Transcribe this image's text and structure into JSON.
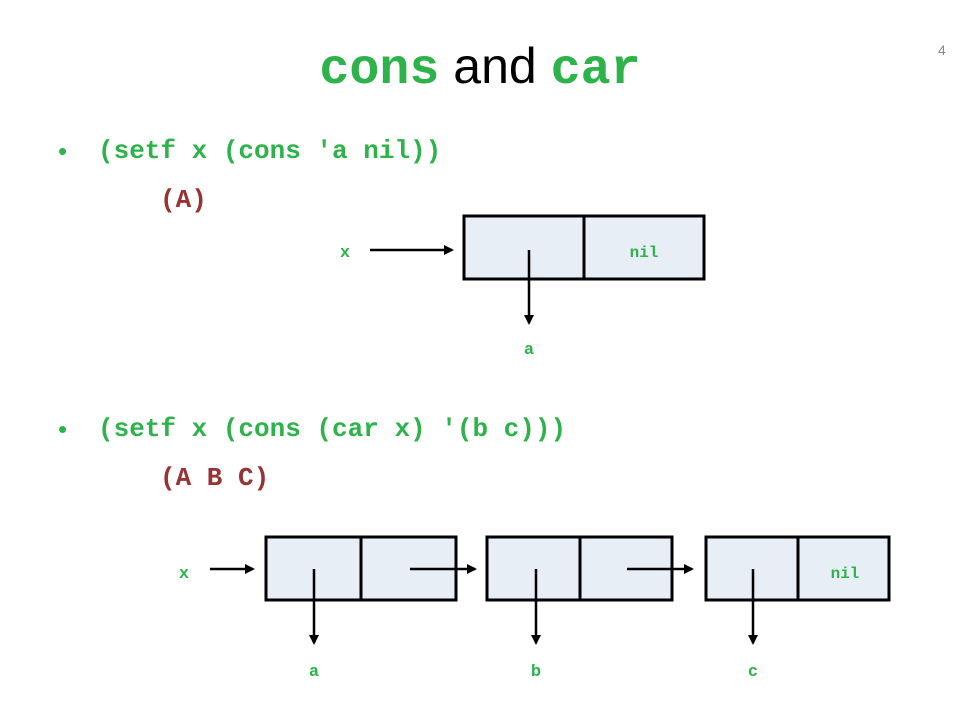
{
  "slide": {
    "number": "4",
    "title": {
      "part1": "cons",
      "part2": " and ",
      "part3": "car"
    },
    "colors": {
      "code_green": "#2db34a",
      "result_red": "#993333",
      "cell_fill": "#e8eef6"
    }
  },
  "bullets": [
    {
      "marker": "•",
      "code": "(setf x (cons 'a nil))",
      "result": "(A)"
    },
    {
      "marker": "•",
      "code": "(setf x (cons (car x) '(b c)))",
      "result": "(A B C)"
    }
  ],
  "diagram1": {
    "var_label": "x",
    "car_value": "a",
    "cdr_value": "nil"
  },
  "diagram2": {
    "var_label": "x",
    "car_values": [
      "a",
      "b",
      "c"
    ],
    "last_cdr": "nil"
  }
}
